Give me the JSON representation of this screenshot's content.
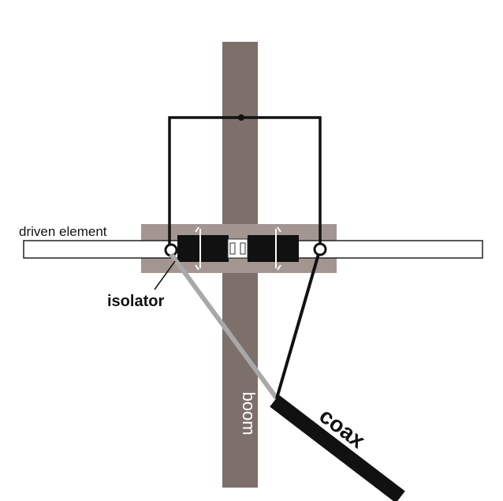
{
  "labels": {
    "driven_element": "driven element",
    "isolator": "isolator",
    "boom": "boom",
    "coax": "coax"
  },
  "colors": {
    "boom": "#7d6f6a",
    "isolator": "#a39690",
    "wire": "#111111",
    "shield_wire": "#a8a8a8",
    "element_fill": "#ffffff"
  }
}
